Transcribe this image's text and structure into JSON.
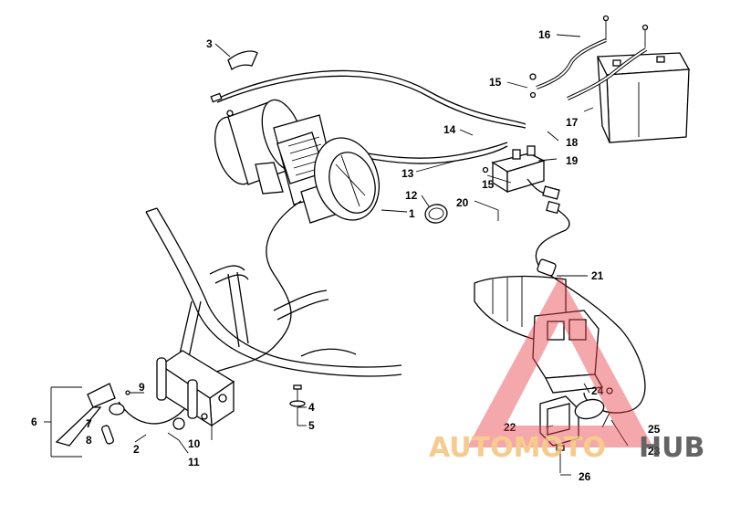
{
  "callouts": {
    "c1": "1",
    "c2": "2",
    "c3": "3",
    "c4": "4",
    "c5": "5",
    "c6": "6",
    "c7": "7",
    "c8": "8",
    "c9": "9",
    "c10": "10",
    "c11": "11",
    "c12": "12",
    "c13": "13",
    "c14": "14",
    "c15a": "15",
    "c15b": "15",
    "c16": "16",
    "c17": "17",
    "c18": "18",
    "c19": "19",
    "c20": "20",
    "c21": "21",
    "c22": "22",
    "c23": "23",
    "c24": "24",
    "c25": "25",
    "c26": "26"
  },
  "watermark": {
    "part1": "AUTOMOTO",
    "part2": "HUB",
    "color_light": "#f5c27a",
    "color_dark": "#4a4a4a",
    "triangle_color": "#e8454a"
  }
}
